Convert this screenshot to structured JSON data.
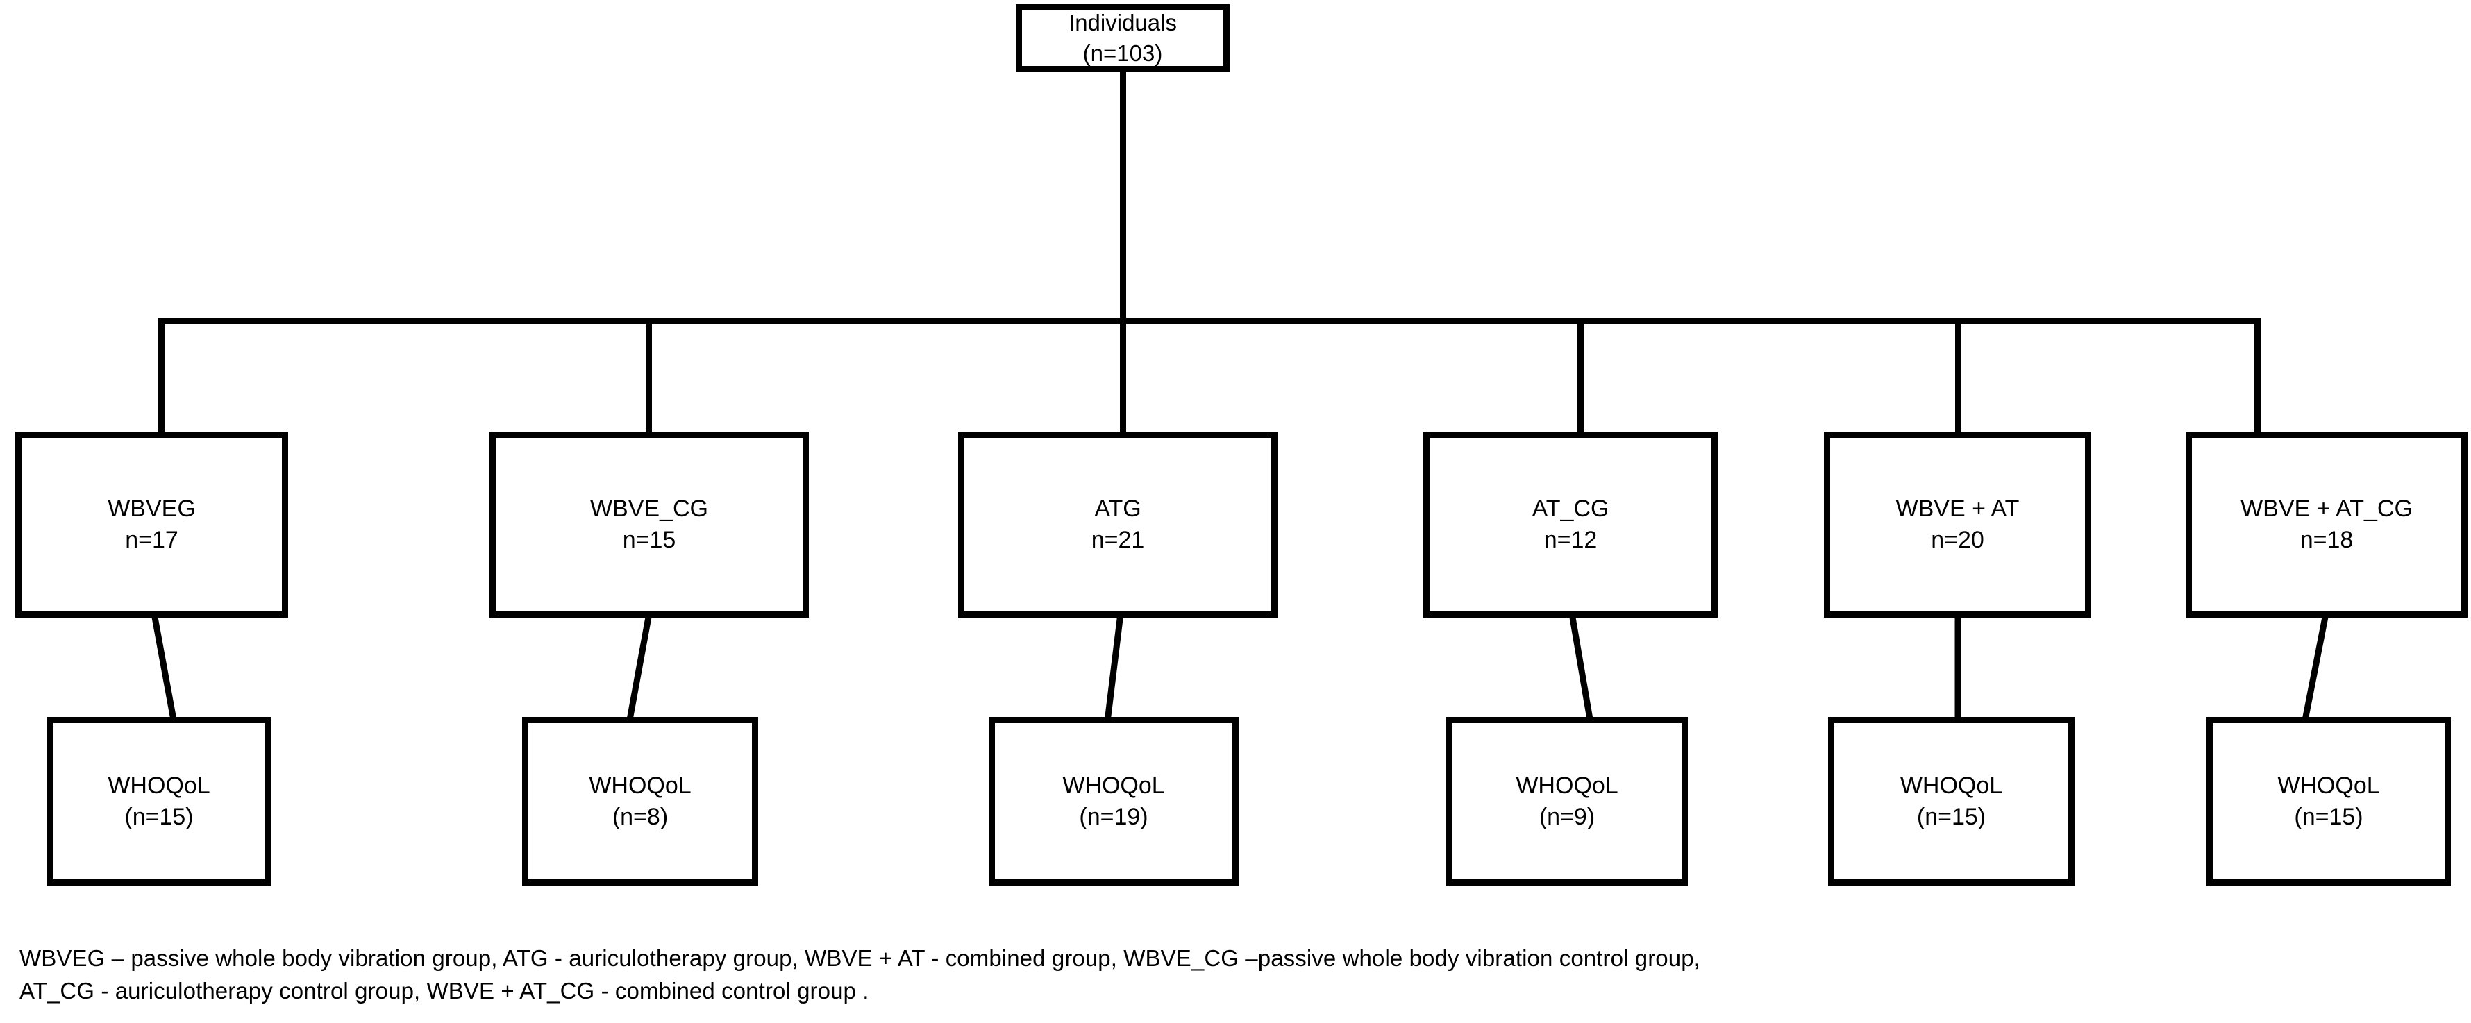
{
  "diagram": {
    "type": "flowchart",
    "root": {
      "id": "individuals",
      "line1": "Individuals",
      "line2": "(n=103)"
    },
    "groups": [
      {
        "id": "wbveg",
        "line1": "WBVEG",
        "line2": "n=17"
      },
      {
        "id": "wbve-cg",
        "line1": "WBVE_CG",
        "line2": "n=15"
      },
      {
        "id": "atg",
        "line1": "ATG",
        "line2": "n=21"
      },
      {
        "id": "at-cg",
        "line1": "AT_CG",
        "line2": "n=12"
      },
      {
        "id": "wbve-at",
        "line1": "WBVE + AT",
        "line2": "n=20"
      },
      {
        "id": "wbve-at-cg",
        "line1": "WBVE + AT_CG",
        "line2": "n=18"
      }
    ],
    "outcomes": [
      {
        "id": "whoqol-wbveg",
        "line1": "WHOQoL",
        "line2": "(n=15)"
      },
      {
        "id": "whoqol-wbve-cg",
        "line1": "WHOQoL",
        "line2": "(n=8)"
      },
      {
        "id": "whoqol-atg",
        "line1": "WHOQoL",
        "line2": "(n=19)"
      },
      {
        "id": "whoqol-at-cg",
        "line1": "WHOQoL",
        "line2": "(n=9)"
      },
      {
        "id": "whoqol-wbve-at",
        "line1": "WHOQoL",
        "line2": "(n=15)"
      },
      {
        "id": "whoqol-wbve-at-cg",
        "line1": "WHOQoL",
        "line2": "(n=15)"
      }
    ]
  },
  "caption": {
    "line1": "WBVEG – passive whole body vibration group, ATG - auriculotherapy group, WBVE + AT - combined group, WBVE_CG –passive whole body vibration control group,",
    "line2": "AT_CG - auriculotherapy control group, WBVE + AT_CG - combined control group ."
  },
  "colors": {
    "stroke": "#000000",
    "fill": "#ffffff",
    "text": "#000000"
  }
}
